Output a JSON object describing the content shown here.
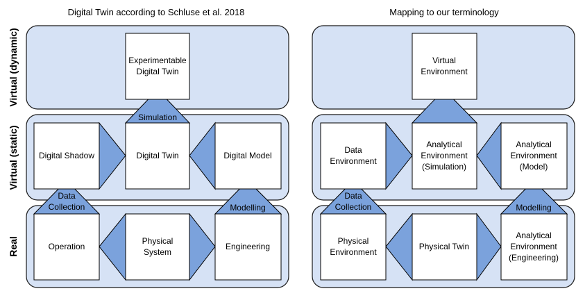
{
  "colors": {
    "band_fill": "#d6e2f5",
    "band_stroke": "#1a1a1a",
    "box_fill": "#ffffff",
    "arrow_fill": "#7ba2dc",
    "text": "#000000"
  },
  "titles": {
    "left": "Digital Twin according to Schluse et al. 2018",
    "right": "Mapping to our terminology"
  },
  "layers": {
    "virtual_dynamic": "Virtual (dynamic)",
    "virtual_static": "Virtual (static)",
    "real": "Real"
  },
  "left": {
    "experimentable": [
      "Experimentable",
      "Digital Twin"
    ],
    "digital_shadow": [
      "Digital Shadow"
    ],
    "digital_twin": [
      "Digital Twin"
    ],
    "digital_model": [
      "Digital Model"
    ],
    "operation": [
      "Operation"
    ],
    "physical_system": [
      "Physical",
      "System"
    ],
    "engineering": [
      "Engineering"
    ],
    "simulation": [
      "Simulation"
    ],
    "data_collection": [
      "Data",
      "Collection"
    ],
    "modelling": [
      "Modelling"
    ]
  },
  "right": {
    "virtual_environment": [
      "Virtual",
      "Environment"
    ],
    "data_environment": [
      "Data",
      "Environment"
    ],
    "analytical_simulation": [
      "Analytical",
      "Environment",
      "(Simulation)"
    ],
    "analytical_model": [
      "Analytical",
      "Environment",
      "(Model)"
    ],
    "physical_environment": [
      "Physical",
      "Environment"
    ],
    "physical_twin": [
      "Physical Twin"
    ],
    "analytical_engineering": [
      "Analytical",
      "Environment",
      "(Engineering)"
    ],
    "data_collection": [
      "Data",
      "Collection"
    ],
    "modelling": [
      "Modelling"
    ]
  }
}
